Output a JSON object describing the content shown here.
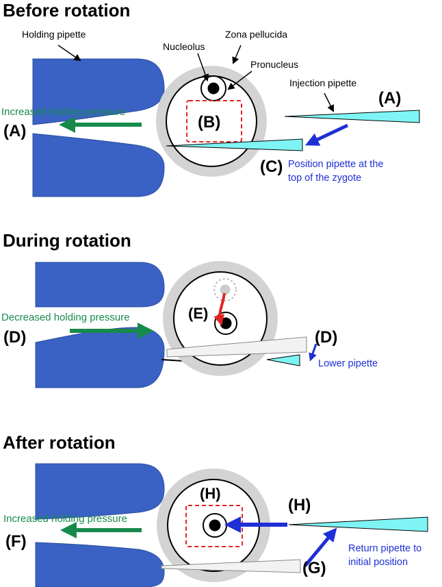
{
  "colors": {
    "holding_pipette": "#3a62c4",
    "holding_pipette_edge": "#2b4d9e",
    "zona": "#d3d3d3",
    "injection_pipette": "#7ff4f4",
    "ghost_pipette": "#f2f2f2",
    "green": "#178a4b",
    "blue": "#1e2fd6",
    "red": "#e32222",
    "dashed_box": "#e32222"
  },
  "panels": {
    "before": {
      "title": "Before rotation",
      "labels": {
        "holding_pipette": "Holding pipette",
        "zona_pellucida": "Zona pellucida",
        "nucleolus": "Nucleolus",
        "pronucleus": "Pronucleus",
        "injection_pipette": "Injection pipette"
      },
      "tags": {
        "a_right": "(A)",
        "a_left": "(A)",
        "b": "(B)",
        "c": "(C)"
      },
      "pressure_text": "Increased holding pressure",
      "step_text": [
        "Position pipette at the",
        "top of the zygote"
      ]
    },
    "during": {
      "title": "During rotation",
      "tags": {
        "d_left": "(D)",
        "d_right": "(D)",
        "e": "(E)"
      },
      "pressure_text": "Decreased holding pressure",
      "step_text": "Lower pipette"
    },
    "after": {
      "title": "After rotation",
      "tags": {
        "f": "(F)",
        "g": "(G)",
        "h_inner": "(H)",
        "h_right": "(H)"
      },
      "pressure_text": "Increased holding pressure",
      "step_text": [
        "Return pipette to",
        "initial position"
      ]
    }
  }
}
